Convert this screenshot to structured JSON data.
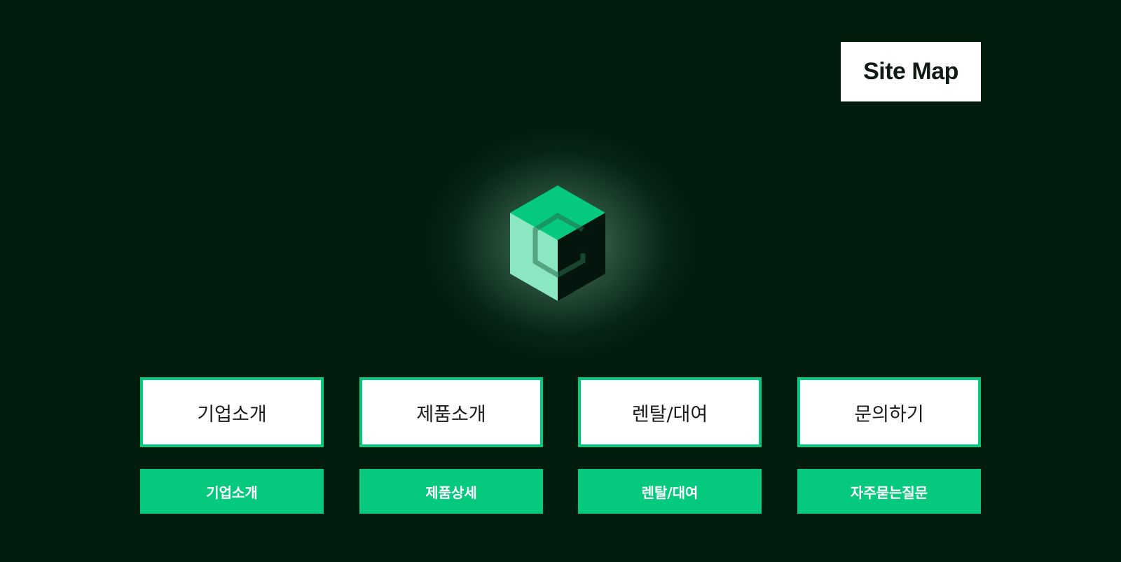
{
  "header": {
    "sitemap_label": "Site Map"
  },
  "logo": {
    "icon": "cube-logo-icon"
  },
  "colors": {
    "background": "#011b0d",
    "accent": "#05c97d",
    "cube_top": "#05c97d",
    "cube_left": "#8be6c2",
    "cube_right": "#03150c"
  },
  "menu": [
    {
      "label": "기업소개",
      "sub_label": "기업소개"
    },
    {
      "label": "제품소개",
      "sub_label": "제품상세"
    },
    {
      "label": "렌탈/대여",
      "sub_label": "렌탈/대여"
    },
    {
      "label": "문의하기",
      "sub_label": "자주묻는질문"
    }
  ]
}
